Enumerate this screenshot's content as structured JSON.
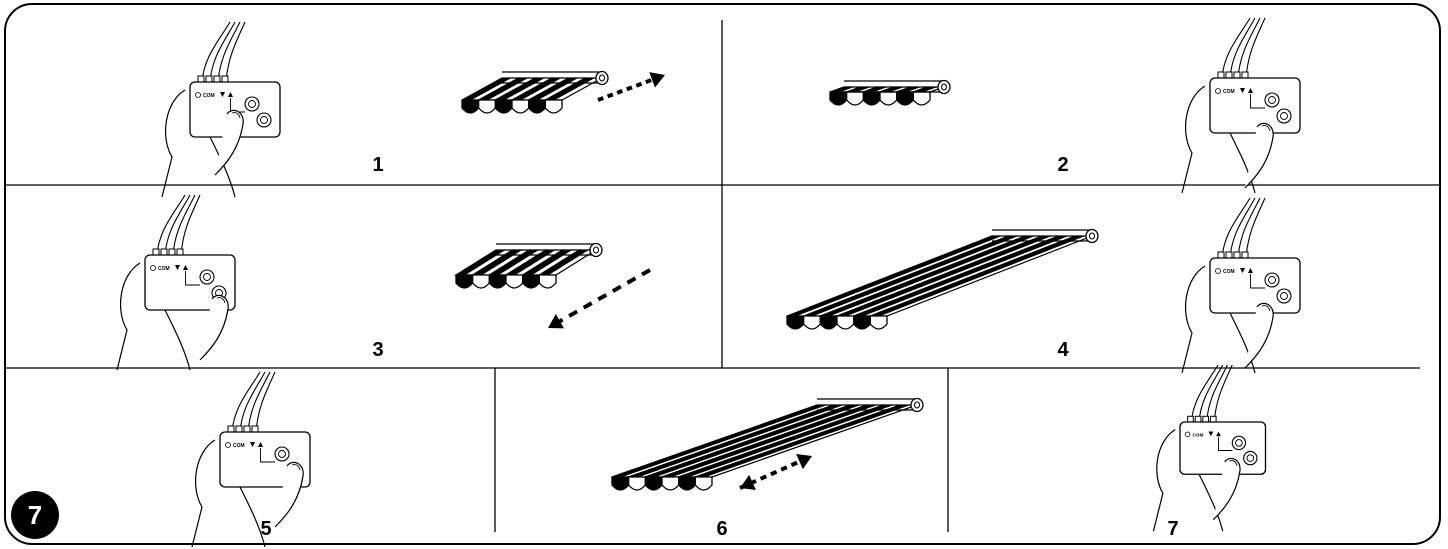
{
  "figure_badge": "7",
  "panels": [
    {
      "step": "1",
      "device_label": "COM"
    },
    {
      "step": "2",
      "device_label": "COM"
    },
    {
      "step": "3",
      "device_label": "COM"
    },
    {
      "step": "4",
      "device_label": "COM"
    },
    {
      "step": "5",
      "device_label": "COM"
    },
    {
      "step": "6"
    },
    {
      "step": "7",
      "device_label": "COM"
    }
  ],
  "colors": {
    "ink": "#000000",
    "paper": "#ffffff"
  },
  "icons": [
    "hand-holding-switch-icon",
    "awning-icon",
    "arrow-up-icon",
    "arrow-down-icon",
    "arrow-updown-icon"
  ]
}
